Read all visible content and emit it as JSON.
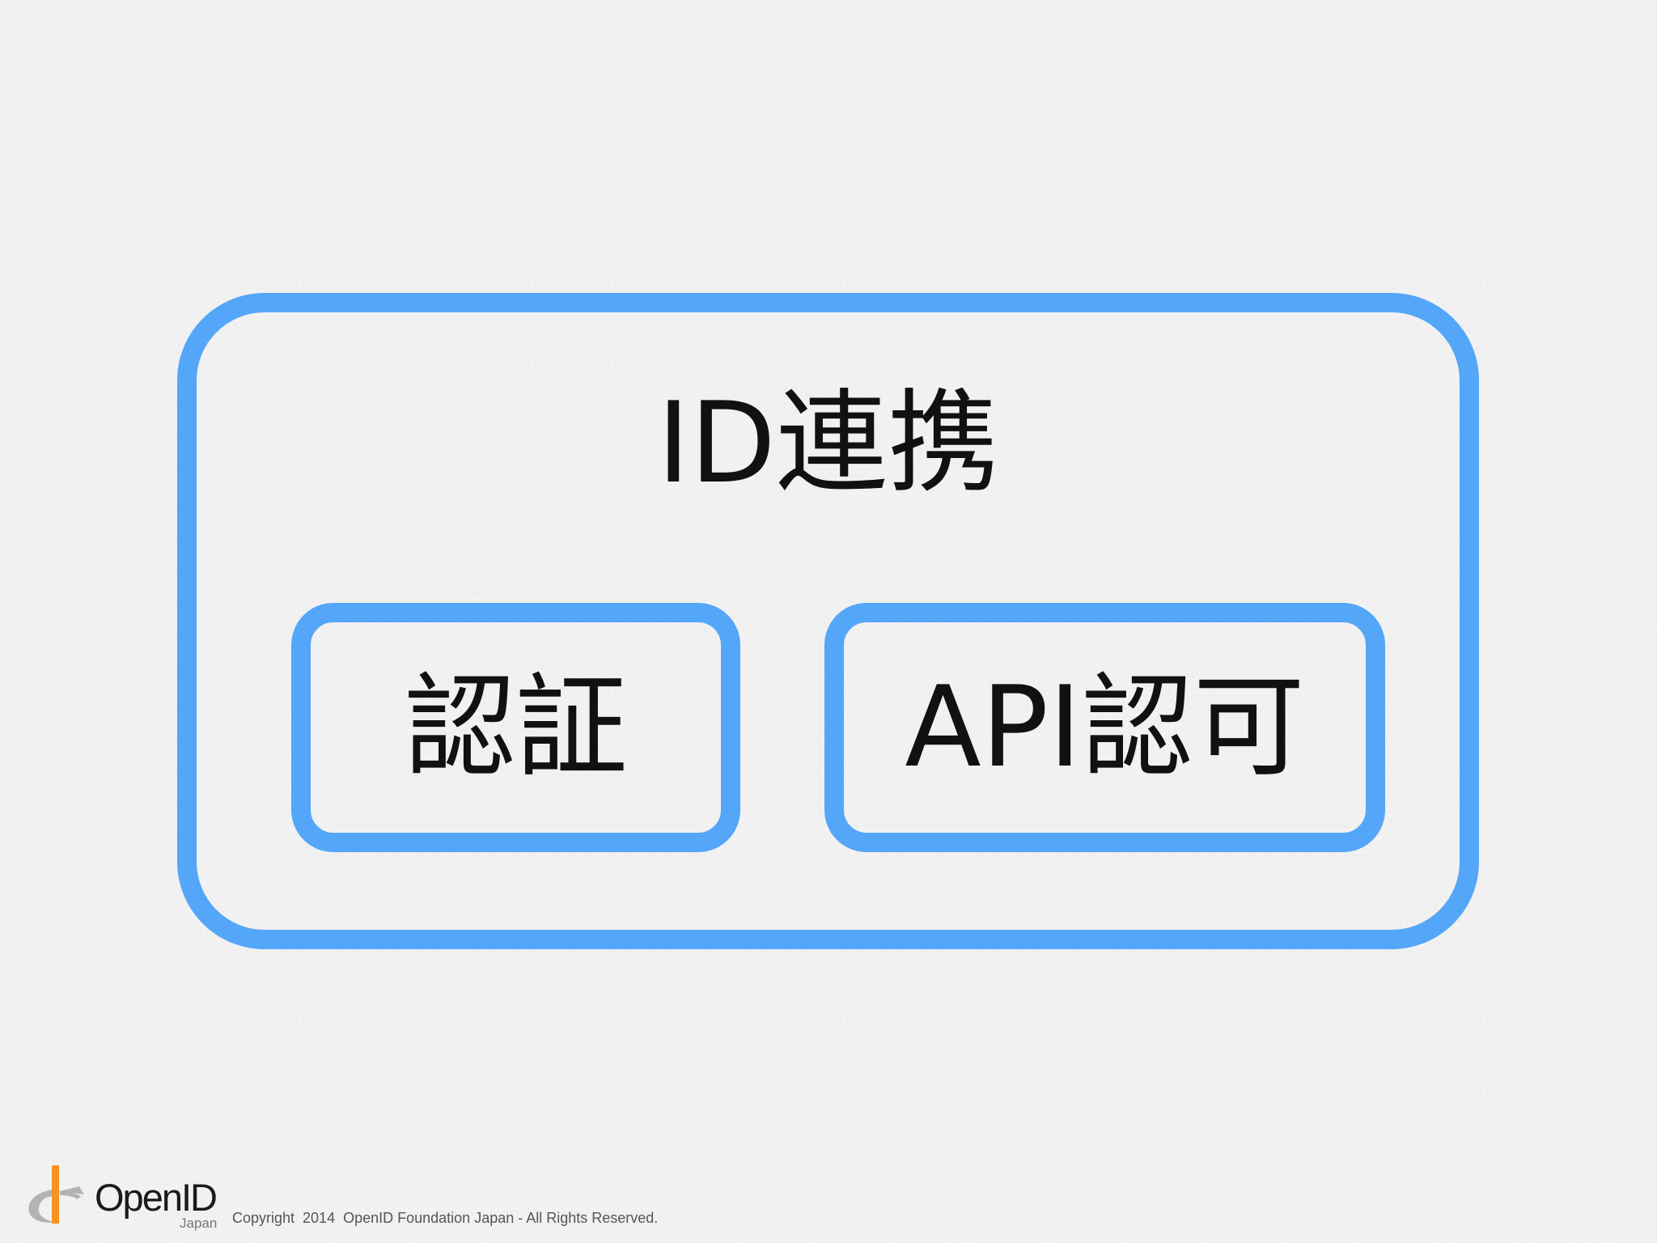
{
  "slide": {
    "title": "ID連携",
    "items": [
      {
        "label": "認証"
      },
      {
        "label": "API認可"
      }
    ]
  },
  "footer": {
    "logo_icon": "openid-logo-icon",
    "brand": "OpenID",
    "brand_sub": "Japan",
    "copyright": "Copyright  2014  OpenID Foundation Japan - All Rights Reserved."
  },
  "colors": {
    "box_border": "#54a6f8",
    "logo_orange": "#f7931e",
    "logo_gray": "#b3b3b3",
    "text": "#111111"
  }
}
